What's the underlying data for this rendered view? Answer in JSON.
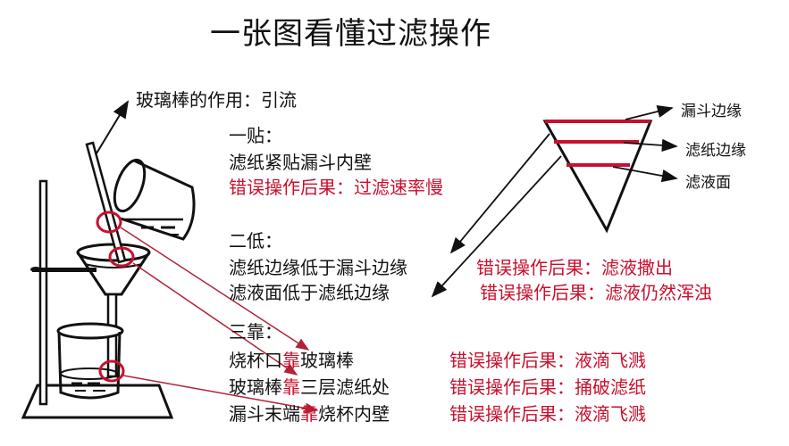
{
  "title": "一张图看懂过滤操作",
  "colors": {
    "accent_red": "#c8102e",
    "line_black": "#111111",
    "connector_red": "#b0243a"
  },
  "rod_function": {
    "label": "玻璃棒的作用：引流"
  },
  "one_stick": {
    "heading": "一贴：",
    "rule": "滤纸紧贴漏斗内壁",
    "error": "错误操作后果：过滤速率慢"
  },
  "two_low": {
    "heading": "二低：",
    "rules": [
      {
        "text": "滤纸边缘低于漏斗边缘",
        "error": "错误操作后果：滤液撒出"
      },
      {
        "text": "滤液面低于滤纸边缘",
        "error": "错误操作后果：滤液仍然浑浊"
      }
    ]
  },
  "three_lean": {
    "heading": "三靠：",
    "keyword": "靠",
    "rules": [
      {
        "before": "烧杯口",
        "after": "玻璃棒",
        "error": "错误操作后果：液滴飞溅"
      },
      {
        "before": "玻璃棒",
        "after": "三层滤纸处",
        "error": "错误操作后果：捅破滤纸"
      },
      {
        "before": "漏斗末端",
        "after": "烧杯内壁",
        "error": "错误操作后果：液滴飞溅"
      }
    ]
  },
  "funnel_diagram": {
    "labels": [
      "漏斗边缘",
      "滤纸边缘",
      "滤液面"
    ]
  }
}
